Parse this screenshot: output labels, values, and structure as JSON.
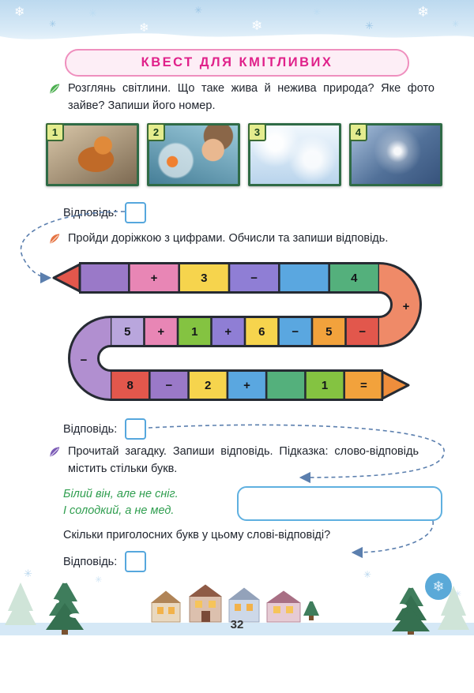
{
  "title": "КВЕСТ ДЛЯ КМІТЛИВИХ",
  "page": {
    "number": "32"
  },
  "tasks": {
    "task1": {
      "text": "Розглянь світлини. Що таке жива й нежива природа? Яке фото зайве? Запиши його номер.",
      "answer_label": "Відповідь:"
    },
    "task2": {
      "text": "Пройди доріжкою з цифрами. Обчисли та запиши відповідь.",
      "answer_label": "Відповідь:"
    },
    "task3": {
      "text": "Прочитай загадку. Запиши відповідь. Підказка: слово-відповідь містить стільки букв.",
      "riddle_line1": "Білий він, але не сніг.",
      "riddle_line2": "І солодкий, а не мед.",
      "question": "Скільки приголосних букв у цьому слові-відповіді?",
      "answer_label": "Відповідь:"
    }
  },
  "photos": [
    {
      "number": "1",
      "name": "squirrel"
    },
    {
      "number": "2",
      "name": "girl-with-aquarium"
    },
    {
      "number": "3",
      "name": "frosty-trees"
    },
    {
      "number": "4",
      "name": "winter-branches"
    }
  ],
  "path_game": {
    "start_arrow_color": "#e2574c",
    "end_arrow_color": "#ef8e3c",
    "turn_right": {
      "t": "+",
      "c": "#ef8a68"
    },
    "turn_left": {
      "t": "−",
      "c": "#b18fd0"
    },
    "rows": [
      {
        "segments": [
          {
            "t": "",
            "c": "#9a79c8"
          },
          {
            "t": "+",
            "c": "#e886b5"
          },
          {
            "t": "3",
            "c": "#f6d44d"
          },
          {
            "t": "−",
            "c": "#8f7ed5"
          },
          {
            "t": "",
            "c": "#5aa7e0"
          },
          {
            "t": "4",
            "c": "#54b07c"
          }
        ]
      },
      {
        "segments": [
          {
            "t": "−",
            "c": "#e2574c"
          },
          {
            "t": "5",
            "c": "#f2a23c"
          },
          {
            "t": "−",
            "c": "#5aa7e0"
          },
          {
            "t": "6",
            "c": "#f6d44d"
          },
          {
            "t": "+",
            "c": "#8f7ed5"
          },
          {
            "t": "1",
            "c": "#84c341"
          },
          {
            "t": "+",
            "c": "#e886b5"
          },
          {
            "t": "5",
            "c": "#b9a6dd"
          }
        ]
      },
      {
        "segments": [
          {
            "t": "8",
            "c": "#e2574c"
          },
          {
            "t": "−",
            "c": "#9a79c8"
          },
          {
            "t": "2",
            "c": "#f6d44d"
          },
          {
            "t": "+",
            "c": "#5aa7e0"
          },
          {
            "t": "",
            "c": "#54b07c"
          },
          {
            "t": "1",
            "c": "#84c341"
          },
          {
            "t": "=",
            "c": "#f2a23c"
          }
        ]
      }
    ]
  }
}
